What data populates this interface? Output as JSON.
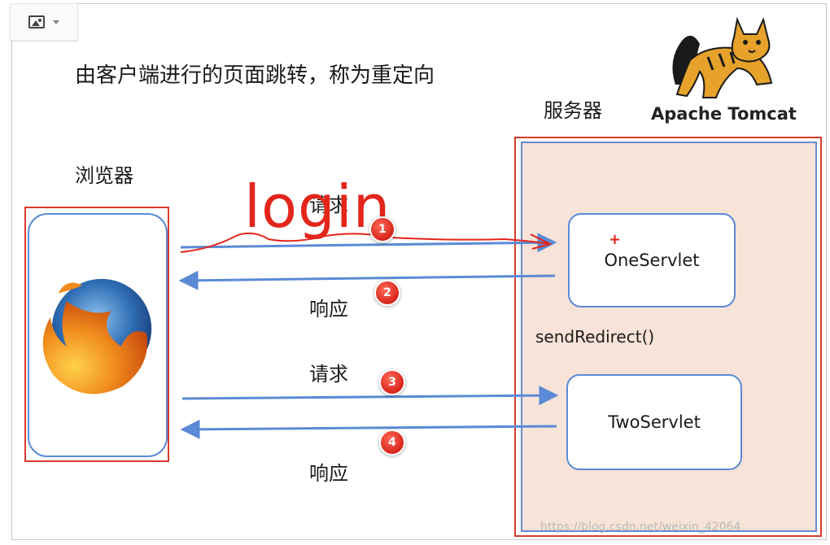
{
  "diagram": {
    "heading": "由客户端进行的页面跳转，称为重定向",
    "browser_label": "浏览器",
    "server_label": "服务器",
    "tomcat_text": "Apache Tomcat",
    "handwritten": "login",
    "servlet_one": "OneServlet",
    "servlet_two": "TwoServlet",
    "redirect_call": "sendRedirect()",
    "request_label_1": "请求",
    "response_label_1": "响应",
    "request_label_2": "请求",
    "response_label_2": "响应",
    "steps": [
      "1",
      "2",
      "3",
      "4"
    ],
    "watermark": "https://blog.csdn.net/weixin_42064"
  },
  "colors": {
    "arrow": "#5b8ad6",
    "red_annotation": "#e3261c",
    "server_fill": "#f8e3d8",
    "box_border": "#5b8ad6"
  },
  "icons": [
    "image-icon",
    "dropdown-caret-icon",
    "tomcat-logo-icon",
    "firefox-logo-icon"
  ]
}
